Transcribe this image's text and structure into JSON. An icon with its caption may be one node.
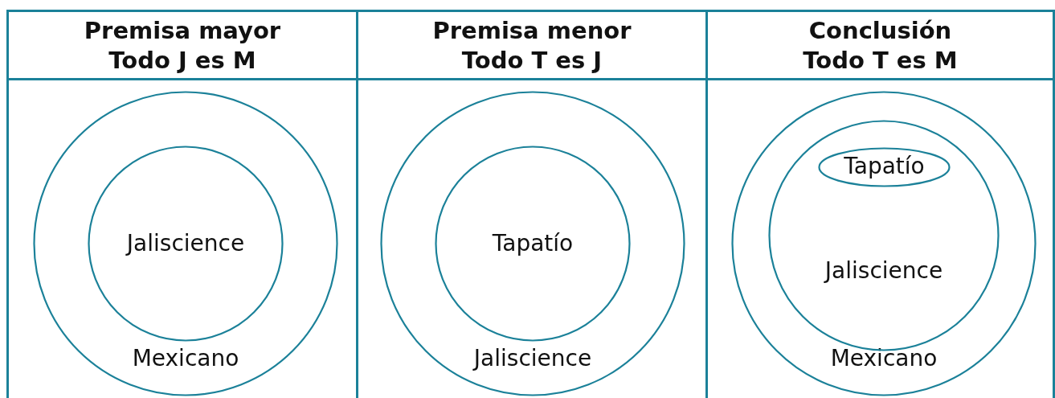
{
  "diagram": {
    "nodes": [
      {
        "text": [
          "Premisa mayor",
          "Todo J es M"
        ]
      },
      {
        "text": [
          "Mexicano"
        ],
        "in": 0
      },
      {
        "text": [
          "Jaliscience"
        ],
        "in": 1
      },
      {
        "text": [
          "Premisa menor",
          "Todo T es J"
        ]
      },
      {
        "text": [
          "Jaliscience"
        ],
        "in": 3
      },
      {
        "text": [
          "Tapatío"
        ],
        "in": 4
      },
      {
        "text": [
          "Conclusión",
          "Todo T es M"
        ]
      },
      {
        "text": [
          "Mexicano"
        ],
        "in": 6
      },
      {
        "text": [
          "Jaliscience"
        ],
        "in": 7
      },
      {
        "text": [
          "Tapatío"
        ],
        "in": 8
      }
    ],
    "edges": []
  }
}
